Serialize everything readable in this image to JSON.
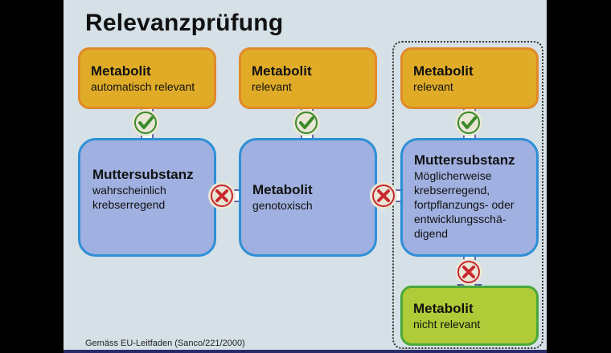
{
  "title": "Relevanzprüfung",
  "columns": [
    {
      "top": {
        "heading": "Metabolit",
        "text": "automatisch relevant"
      },
      "check": "check-icon",
      "main": {
        "heading": "Muttersubstanz",
        "lines": [
          "wahrscheinlich",
          "krebserregend"
        ]
      },
      "next_decision": "cross-icon"
    },
    {
      "top": {
        "heading": "Metabolit",
        "text": "relevant"
      },
      "check": "check-icon",
      "main": {
        "heading": "Metabolit",
        "lines": [
          "genotoxisch"
        ]
      },
      "next_decision": "cross-icon"
    },
    {
      "top": {
        "heading": "Metabolit",
        "text": "relevant"
      },
      "check": "check-icon",
      "main": {
        "heading": "Muttersubstanz",
        "lines": [
          "Möglicherweise",
          "krebserregend,",
          "fortpflanzungs- oder",
          "entwicklungsschä-",
          "digend"
        ]
      },
      "bottom_decision": "cross-icon",
      "bottom": {
        "heading": "Metabolit",
        "text": "nicht relevant"
      }
    }
  ],
  "footer": "Gemäss EU-Leitfaden (Sanco/221/2000)",
  "colors": {
    "background": "#d5e0e7",
    "orange_fill": "#e0ac28",
    "orange_border": "#e08a2a",
    "blue_fill": "#a0b0e0",
    "blue_border": "#2e8fd6",
    "green_fill": "#b0cb38",
    "green_border": "#4aa83a",
    "check": "#3a8a2a",
    "cross": "#c8282e"
  }
}
